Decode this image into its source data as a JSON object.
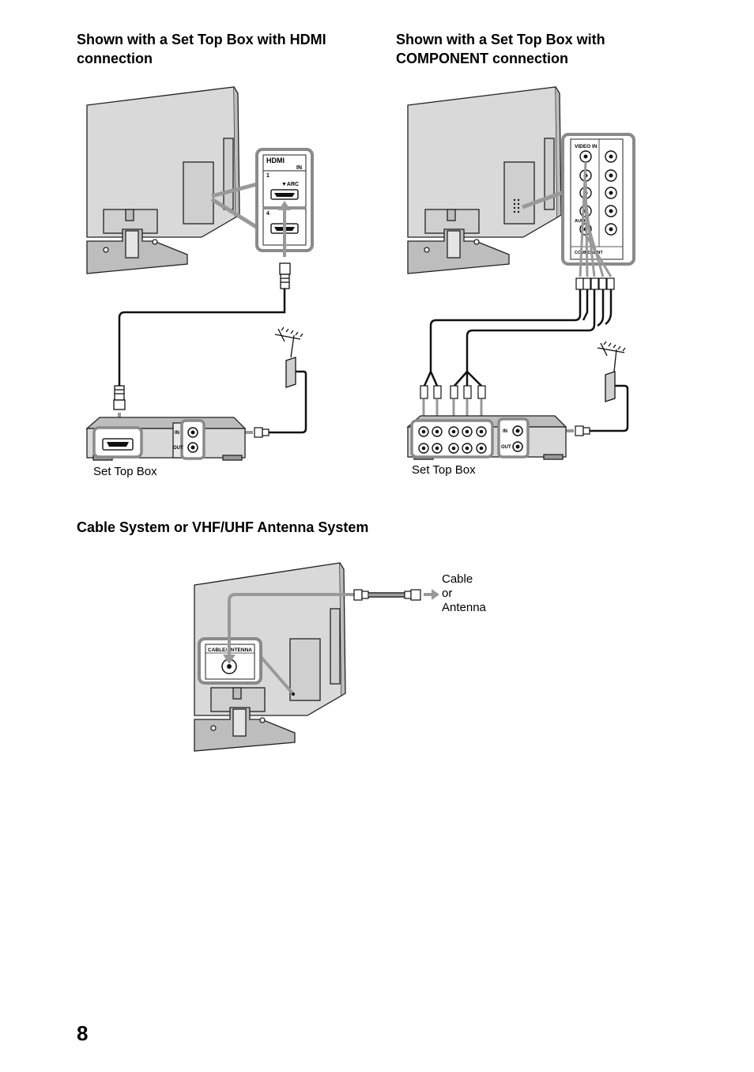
{
  "headings": {
    "hdmi": "Shown with a Set Top Box with HDMI connection",
    "component": "Shown with a Set Top Box with COMPONENT connection",
    "cable": "Cable System or VHF/UHF Antenna System"
  },
  "hdmi_diagram": {
    "panel_logo": "HDMI",
    "panel_in": "IN",
    "port1_number": "1",
    "port4_number": "4",
    "arc_label": "▼ARC",
    "box_in": "IN",
    "box_out": "OUT",
    "caption": "Set Top Box"
  },
  "component_diagram": {
    "panel_video_in": "VIDEO IN",
    "panel_audio": "AUDIO",
    "panel_component": "COMPONENT",
    "box_in": "IN",
    "box_out": "OUT",
    "caption": "Set Top Box"
  },
  "cable_diagram": {
    "panel_label": "CABLE/ANTENNA",
    "caption_line1": "Cable",
    "caption_line2": "or",
    "caption_line3": "Antenna"
  },
  "page_number": "8"
}
